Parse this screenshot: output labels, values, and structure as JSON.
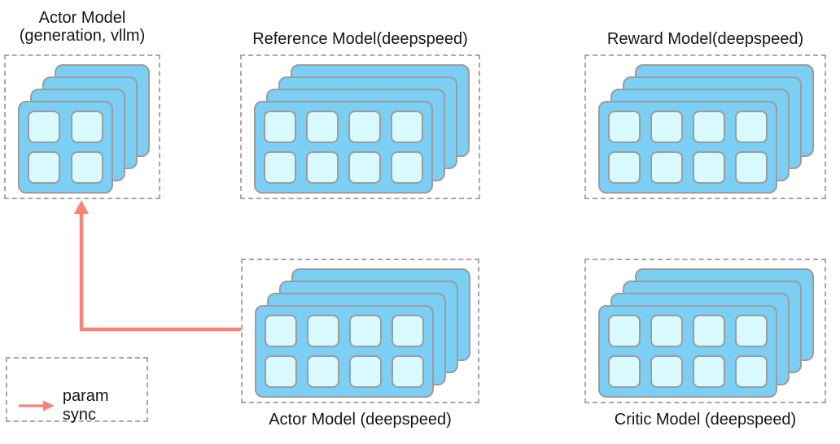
{
  "labels": {
    "actor_vllm_line1": "Actor Model",
    "actor_vllm_line2": "(generation, vllm)",
    "reference": "Reference Model(deepspeed)",
    "reward": "Reward Model(deepspeed)",
    "actor_deepspeed": "Actor Model (deepspeed)",
    "critic": "Critic Model (deepspeed)",
    "legend": "param sync"
  },
  "groups": [
    {
      "id": "actor-vllm",
      "title": "Actor Model (generation, vllm)",
      "engine": "vllm",
      "stack_count": 4,
      "grid": {
        "rows": 2,
        "cols": 2
      }
    },
    {
      "id": "reference-model",
      "title": "Reference Model(deepspeed)",
      "engine": "deepspeed",
      "stack_count": 4,
      "grid": {
        "rows": 2,
        "cols": 4
      }
    },
    {
      "id": "reward-model",
      "title": "Reward Model(deepspeed)",
      "engine": "deepspeed",
      "stack_count": 4,
      "grid": {
        "rows": 2,
        "cols": 4
      }
    },
    {
      "id": "actor-model-deepspeed",
      "title": "Actor Model (deepspeed)",
      "engine": "deepspeed",
      "stack_count": 4,
      "grid": {
        "rows": 2,
        "cols": 4
      }
    },
    {
      "id": "critic-model",
      "title": "Critic Model (deepspeed)",
      "engine": "deepspeed",
      "stack_count": 4,
      "grid": {
        "rows": 2,
        "cols": 4
      }
    }
  ],
  "arrow": {
    "label": "param sync",
    "from": "actor-model-deepspeed",
    "to": "actor-vllm"
  },
  "colors": {
    "text": "#161616",
    "dash": "#a8a8a8",
    "card-border": "#9c9c9c",
    "card-fill": "#7bcff4",
    "gpu-fill": "#d8fafd",
    "arrow": "#f9837b",
    "bg": "#ffffff"
  }
}
